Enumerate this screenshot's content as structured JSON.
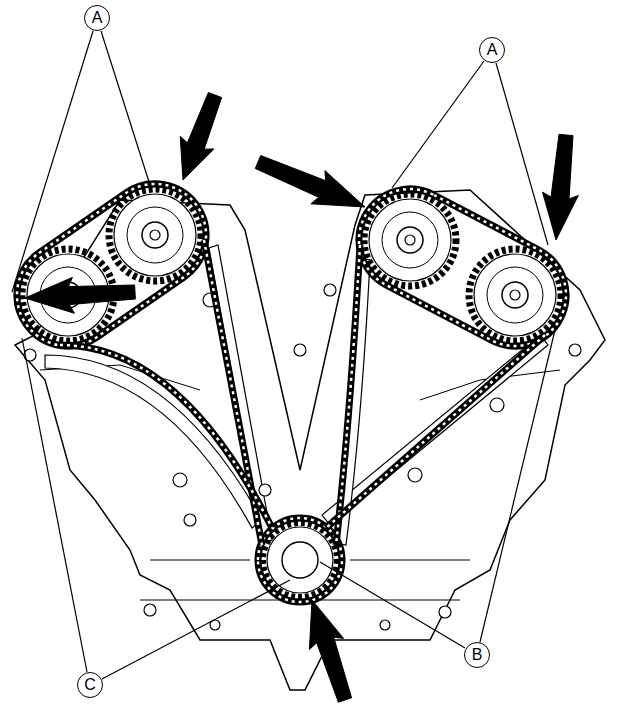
{
  "diagram": {
    "nodes": [
      {
        "text": [
          "A"
        ]
      },
      {
        "text": [
          "A"
        ]
      },
      {
        "text": [
          "B"
        ]
      },
      {
        "text": [
          "C"
        ]
      }
    ]
  }
}
